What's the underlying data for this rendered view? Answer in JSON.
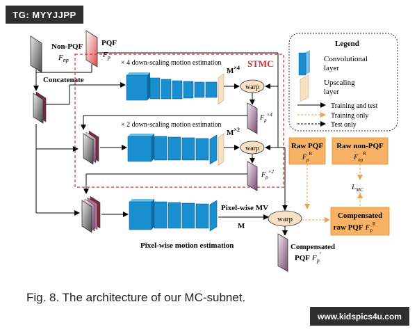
{
  "tag": "TG: MYYJJPP",
  "watermark": "www.kidspics4u.com",
  "caption": "Fig. 8. The architecture of our MC-subnet.",
  "inputs": {
    "nonpqf_label": "Non-PQF",
    "nonpqf_sym": "F",
    "nonpqf_sub": "np",
    "pqf_label": "PQF",
    "pqf_sym": "F",
    "pqf_sub": "p",
    "concatenate": "Concatenate"
  },
  "stmc": {
    "label": "STMC",
    "down4_title": "× 4 down-scaling motion estimation",
    "down2_title": "× 2 down-scaling motion estimation",
    "m4_label": "M",
    "m4_sup": "×4",
    "m2_label": "M",
    "m2_sup": "×2",
    "warp": "warp",
    "fp4_sym": "F",
    "fp4_sub": "p",
    "fp4_sup": "×4",
    "fp2_sym": "F",
    "fp2_sub": "p",
    "fp2_sup": "×2"
  },
  "pixelwise": {
    "title": "Pixel-wise motion estimation",
    "mv_label": "Pixel-wise MV",
    "m_label": "M",
    "warp": "warp",
    "comp_label1": "Compensated",
    "comp_label2": "PQF",
    "comp_sym": "F",
    "comp_sub": "p",
    "comp_prime": "′"
  },
  "legend": {
    "title": "Legend",
    "conv1": "Convolutional",
    "conv2": "layer",
    "up1": "Upscaling",
    "up2": "layer",
    "tt": "Training and test",
    "to": "Training only",
    "te": "Test only"
  },
  "orange": {
    "raw_pqf": "Raw PQF",
    "raw_pqf_sym": "F",
    "raw_pqf_sub": "p",
    "raw_pqf_sup": "R",
    "raw_nonpqf": "Raw non-PQF",
    "raw_nonpqf_sym": "F",
    "raw_nonpqf_sub": "np",
    "raw_nonpqf_sup": "R",
    "loss_sym": "L",
    "loss_sub": "MC",
    "comp1": "Compensated",
    "comp2": "raw PQF",
    "comp_sym": "F",
    "comp_sub": "p",
    "comp_sup": "R"
  },
  "colors": {
    "conv_blue": "#1a8fd0",
    "upscale_beige": "#f7e0c4",
    "orange_box": "#f7b266",
    "stmc_red": "#d42a2a"
  }
}
